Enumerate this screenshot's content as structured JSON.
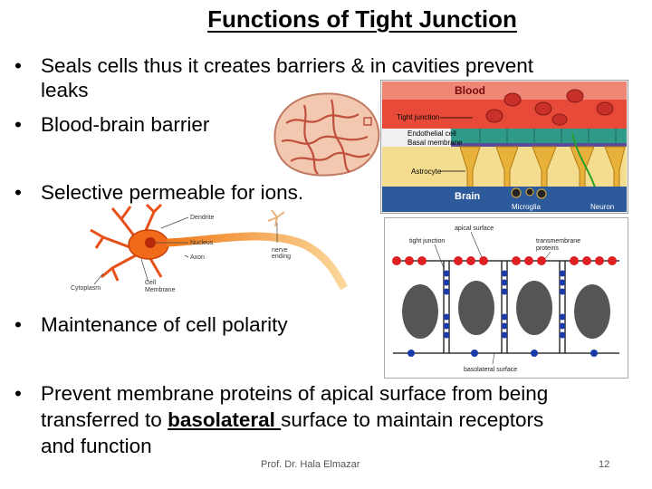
{
  "slide": {
    "title": "Functions of Tight Junction",
    "bullets": [
      {
        "text": "Seals cells thus it creates barriers & in cavities prevent"
      },
      {
        "text": "Blood-brain barrier"
      },
      {
        "text": "Selective permeable for ions."
      },
      {
        "text": "Maintenance of cell polarity"
      },
      {
        "text_before": "Prevent membrane proteins of apical surface from being",
        "text_line2_before": "transferred to ",
        "underlined": "basolateral ",
        "text_line2_after": "surface to maintain receptors",
        "text_line3": "and function"
      }
    ],
    "bullet1_line2": "leaks",
    "bullet_glyph": "•"
  },
  "bbb_figure": {
    "labels": {
      "blood": "Blood",
      "tight_junction": "Tight junction",
      "endothelial": "Endothelial cell",
      "basal": "Basal membrane",
      "astrocyte": "Astrocyte",
      "brain": "Brain",
      "microglia": "Microglia",
      "neuron": "Neuron"
    }
  },
  "neuron_figure": {
    "labels": {
      "dendrite": "Dendrite",
      "nucleus": "Nucleus",
      "axon": "Axon",
      "cytoplasm": "Cytoplasm",
      "cell_membrane_1": "Cell",
      "cell_membrane_2": "Membrane",
      "nerve_ending_1": "nerve",
      "nerve_ending_2": "ending"
    }
  },
  "polarity_figure": {
    "labels": {
      "apical": "apical surface",
      "tight_junction": "tight junction",
      "transmembrane_1": "transmembrane",
      "transmembrane_2": "proteins",
      "basolateral": "basolateral surface"
    }
  },
  "footer": {
    "author": "Prof. Dr. Hala Elmazar",
    "page": "12"
  },
  "colors": {
    "blood_band": "#e23a3a",
    "astrocyte": "#e8b23a",
    "brain_band": "#2d5a9b",
    "endothelial": "#2f9a8a",
    "neuron_orange": "#f39a2a",
    "red_protein": "#e02020",
    "blue_protein": "#1a3aa8",
    "nucleus_gray": "#555555"
  }
}
